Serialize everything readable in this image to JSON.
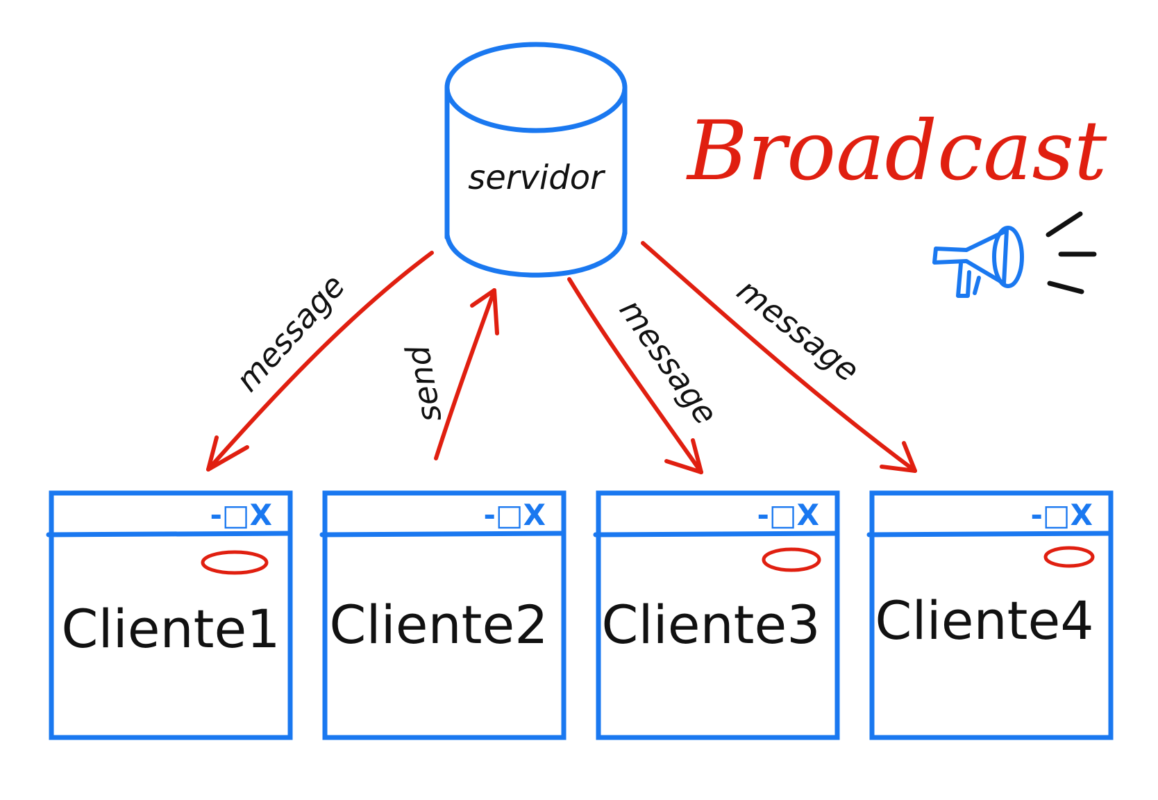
{
  "title": "Broadcast",
  "server": {
    "label": "servidor"
  },
  "arrows": [
    {
      "label": "message",
      "direction": "server-to-client",
      "client": "Cliente1"
    },
    {
      "label": "send",
      "direction": "client-to-server",
      "client": "Cliente2"
    },
    {
      "label": "message",
      "direction": "server-to-client",
      "client": "Cliente3"
    },
    {
      "label": "message",
      "direction": "server-to-client",
      "client": "Cliente4"
    }
  ],
  "clients": [
    {
      "label": "Cliente1",
      "controls": "-□X"
    },
    {
      "label": "Cliente2",
      "controls": "-□X"
    },
    {
      "label": "Cliente3",
      "controls": "-□X"
    },
    {
      "label": "Cliente4",
      "controls": "-□X"
    }
  ],
  "icons": [
    "megaphone-icon"
  ],
  "colors": {
    "blue": "#1a78f0",
    "red": "#e01f10",
    "ink": "#111111"
  }
}
